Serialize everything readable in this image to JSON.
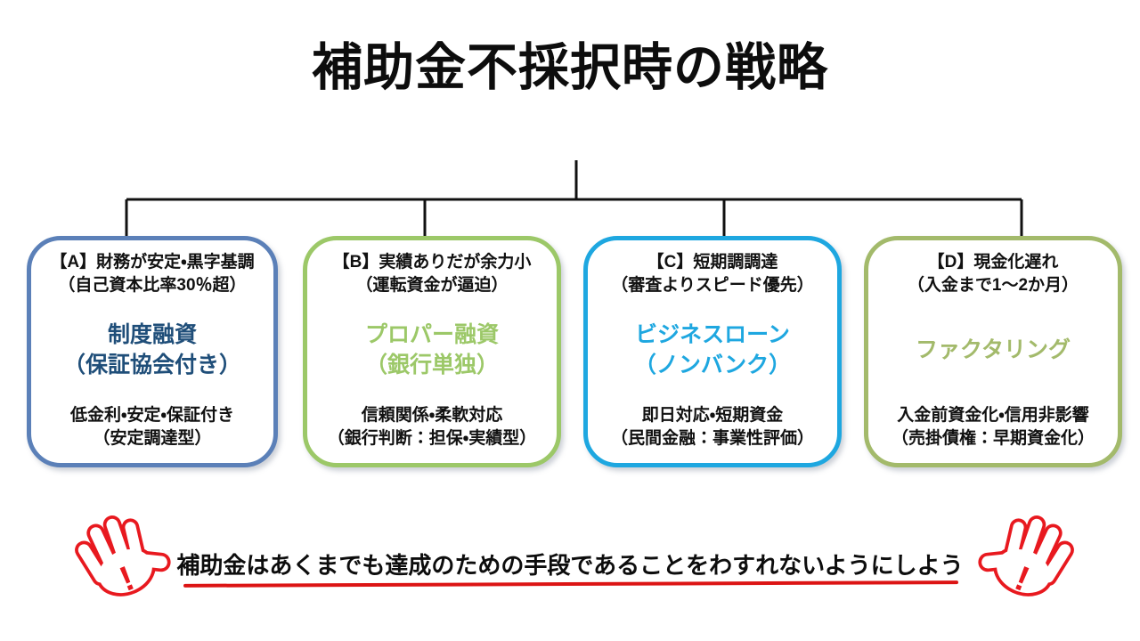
{
  "title": "補助金不採択時の戦略",
  "connector": {
    "color": "#111111"
  },
  "boxes": [
    {
      "id": "A",
      "header": [
        "【A】財務が安定・黒字基調",
        "（自己資本比率30％超）"
      ],
      "label": [
        "制度融資",
        "（保証協会付き）"
      ],
      "footer": [
        "低金利・安定・保証付き",
        "（安定調達型）"
      ],
      "border_color": "#5b80b8",
      "label_color": "#1f4e79"
    },
    {
      "id": "B",
      "header": [
        "【B】実績ありだが余力小",
        "（運転資金が逼迫）"
      ],
      "label": [
        "プロパー融資",
        "（銀行単独）"
      ],
      "footer": [
        "信頼関係・柔軟対応",
        "（銀行判断：担保・実績型）"
      ],
      "border_color": "#9cc868",
      "label_color": "#9cc868"
    },
    {
      "id": "C",
      "header": [
        "【C】短期調調達",
        "（審査よりスピード優先）"
      ],
      "label": [
        "ビジネスローン",
        "（ノンバンク）"
      ],
      "footer": [
        "即日対応・短期資金",
        "（民間金融：事業性評価）"
      ],
      "border_color": "#1ea7e0",
      "label_color": "#1ea7e0"
    },
    {
      "id": "D",
      "header": [
        "【D】現金化遅れ",
        "（入金まで1〜2か月）"
      ],
      "label": [
        "ファクタリング"
      ],
      "footer": [
        "入金前資金化・信用非影響",
        "（売掛債権：早期資金化）"
      ],
      "border_color": "#a3ba6b",
      "label_color": "#a3ba6b"
    }
  ],
  "note": {
    "text": "補助金はあくまでも達成のための手段であることをわすれないようにしよう",
    "underline_color": "#dc1414",
    "hand_icon": "stop-hand-icon",
    "hand_color": "#e8191f",
    "exclamation": "!"
  }
}
